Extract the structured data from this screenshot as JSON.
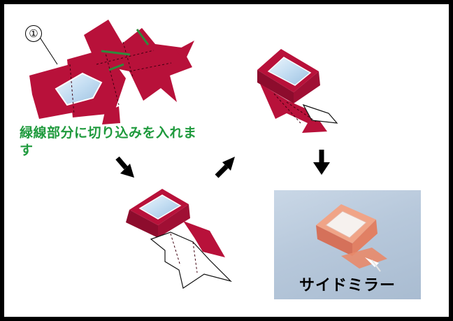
{
  "diagram": {
    "marker_label": "①",
    "instruction": "緑線部分に切り込みを入れます",
    "photo_caption": "サイドミラー"
  },
  "colors": {
    "paper_red": "#b8113a",
    "fold_line": "#3f0010",
    "cut_line": "#2f8a3c",
    "mirror_glass": "#cfe4f4",
    "note_green": "#1f9a3d",
    "photo_background": "#b7c8db",
    "model_orange": "#e88a6a"
  },
  "icons": [
    "arrow-down-right-icon",
    "arrow-up-right-icon",
    "arrow-down-icon"
  ]
}
